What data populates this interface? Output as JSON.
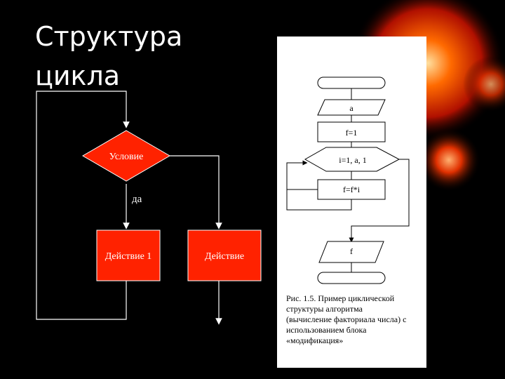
{
  "slide": {
    "title_line1": "Структура",
    "title_line2": "цикла"
  },
  "left_diagram": {
    "condition_label": "Условие",
    "yes_label": "да",
    "action1_label": "Действие 1",
    "action2_label": "Действие"
  },
  "right_diagram": {
    "input_label": "a",
    "init_label": "f=1",
    "loop_label": "i=1, a, 1",
    "body_label": "f=f*i",
    "output_label": "f",
    "caption_lines": [
      "Рис. 1.5. Пример циклической",
      "структуры алгоритма",
      "(вычисление факториала числа) с",
      "использованием блока",
      "«модификация»"
    ]
  },
  "colors": {
    "background": "#000000",
    "block_fill": "#ff2200",
    "line": "#ffffff",
    "panel": "#ffffff"
  }
}
